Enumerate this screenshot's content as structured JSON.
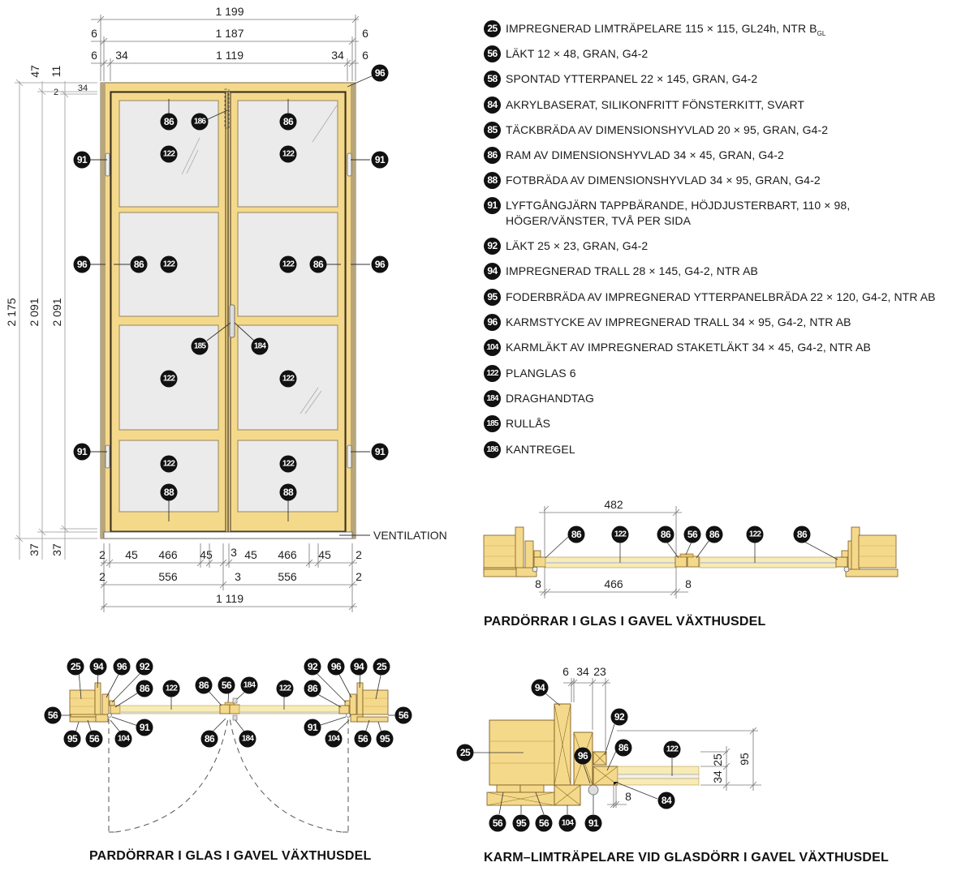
{
  "legend": [
    {
      "num": "25",
      "text": "IMPREGNERAD LIMTRÄPELARE 115 × 115, GL24h, NTR B",
      "sub": "GL"
    },
    {
      "num": "56",
      "text": "LÄKT 12 × 48, GRAN, G4-2"
    },
    {
      "num": "58",
      "text": "SPONTAD YTTERPANEL 22 × 145, GRAN, G4-2"
    },
    {
      "num": "84",
      "text": "AKRYLBASERAT, SILIKONFRITT FÖNSTERKITT, SVART"
    },
    {
      "num": "85",
      "text": "TÄCKBRÄDA AV DIMENSIONSHYVLAD 20 × 95, GRAN, G4-2"
    },
    {
      "num": "86",
      "text": "RAM AV DIMENSIONSHYVLAD 34 × 45, GRAN, G4-2"
    },
    {
      "num": "88",
      "text": "FOTBRÄDA AV DIMENSIONSHYVLAD 34 × 95, GRAN, G4-2"
    },
    {
      "num": "91",
      "text": "LYFTGÅNGJÄRN TAPPBÄRANDE, HÖJDJUSTERBART, 110 × 98,",
      "text2": "HÖGER/VÄNSTER, TVÅ PER SIDA"
    },
    {
      "num": "92",
      "text": "LÄKT 25 × 23, GRAN, G4-2"
    },
    {
      "num": "94",
      "text": "IMPREGNERAD TRALL 28 × 145, G4-2, NTR AB"
    },
    {
      "num": "95",
      "text": "FODERBRÄDA AV IMPREGNERAD YTTERPANELBRÄDA 22 × 120, G4-2, NTR AB"
    },
    {
      "num": "96",
      "text": "KARMSTYCKE AV IMPREGNERAD TRALL 34 × 95, G4-2, NTR AB"
    },
    {
      "num": "104",
      "text": "KARMLÄKT AV IMPREGNERAD STAKETLÄKT 34 × 45, G4-2, NTR AB"
    },
    {
      "num": "122",
      "text": "PLANGLAS 6"
    },
    {
      "num": "184",
      "text": "DRAGHANDTAG"
    },
    {
      "num": "185",
      "text": "RULLÅS"
    },
    {
      "num": "186",
      "text": "KANTREGEL"
    }
  ],
  "elevation": {
    "top_dims": {
      "overall": "1 199",
      "mid": "1 187",
      "inner": "1 119",
      "side_6": "6",
      "side_34": "34"
    },
    "left_dims": {
      "d47": "47",
      "d11": "11",
      "d2": "2",
      "d34": "34",
      "h2175": "2 175",
      "h2091a": "2 091",
      "h2091b": "2 091",
      "d37a": "37",
      "d37b": "37"
    },
    "bottom_dims": {
      "row1": [
        "2",
        "45",
        "466",
        "45",
        "3",
        "45",
        "466",
        "45",
        "2"
      ],
      "row2": [
        "2",
        "556",
        "3",
        "556",
        "2"
      ],
      "row3": "1 119"
    },
    "ventilation_label": "VENTILATION",
    "badges": {
      "top_frame": "96",
      "frame_86": "86",
      "edge_186": "186",
      "glass": "122",
      "hinge": "91",
      "jamb": "96",
      "lock": "185",
      "handle": "184",
      "kick": "88"
    }
  },
  "section1": {
    "dim_top": "482",
    "dim_bottom": "466",
    "dim_8a": "8",
    "dim_8b": "8",
    "badges": [
      "86",
      "122",
      "86",
      "56",
      "86",
      "122",
      "86"
    ],
    "caption": "PARDÖRRAR I GLAS I GAVEL VÄXTHUSDEL"
  },
  "section2": {
    "top_badges_left": [
      "25",
      "94",
      "96",
      "92",
      "86"
    ],
    "top_badges_right": [
      "92",
      "96",
      "94",
      "25",
      "86"
    ],
    "mid_badges": [
      "86",
      "56",
      "184",
      "122",
      "122"
    ],
    "bottom_badges_left": [
      "56",
      "95",
      "56",
      "104",
      "91"
    ],
    "bottom_badges_right": [
      "91",
      "104",
      "56",
      "95",
      "56"
    ],
    "bottom_mid": [
      "86",
      "184"
    ],
    "caption": "PARDÖRRAR I GLAS I GAVEL VÄXTHUSDEL"
  },
  "section3": {
    "dims": {
      "d6": "6",
      "d34": "34",
      "d23": "23",
      "d25": "25",
      "d34v": "34",
      "d95": "95",
      "d8": "8"
    },
    "badges": {
      "b94": "94",
      "b92": "92",
      "b25": "25",
      "b96": "96",
      "b86": "86",
      "b122": "122",
      "b84": "84",
      "b56a": "56",
      "b95": "95",
      "b56b": "56",
      "b104": "104",
      "b91": "91"
    },
    "caption": "KARM–LIMTRÄPELARE VID GLASDÖRR I GAVEL VÄXTHUSDEL"
  },
  "colors": {
    "wood": "#F5D98B",
    "wood_dark": "#E8C46A",
    "glass": "#EBEBEB",
    "badge": "#111111",
    "line": "#555555"
  }
}
